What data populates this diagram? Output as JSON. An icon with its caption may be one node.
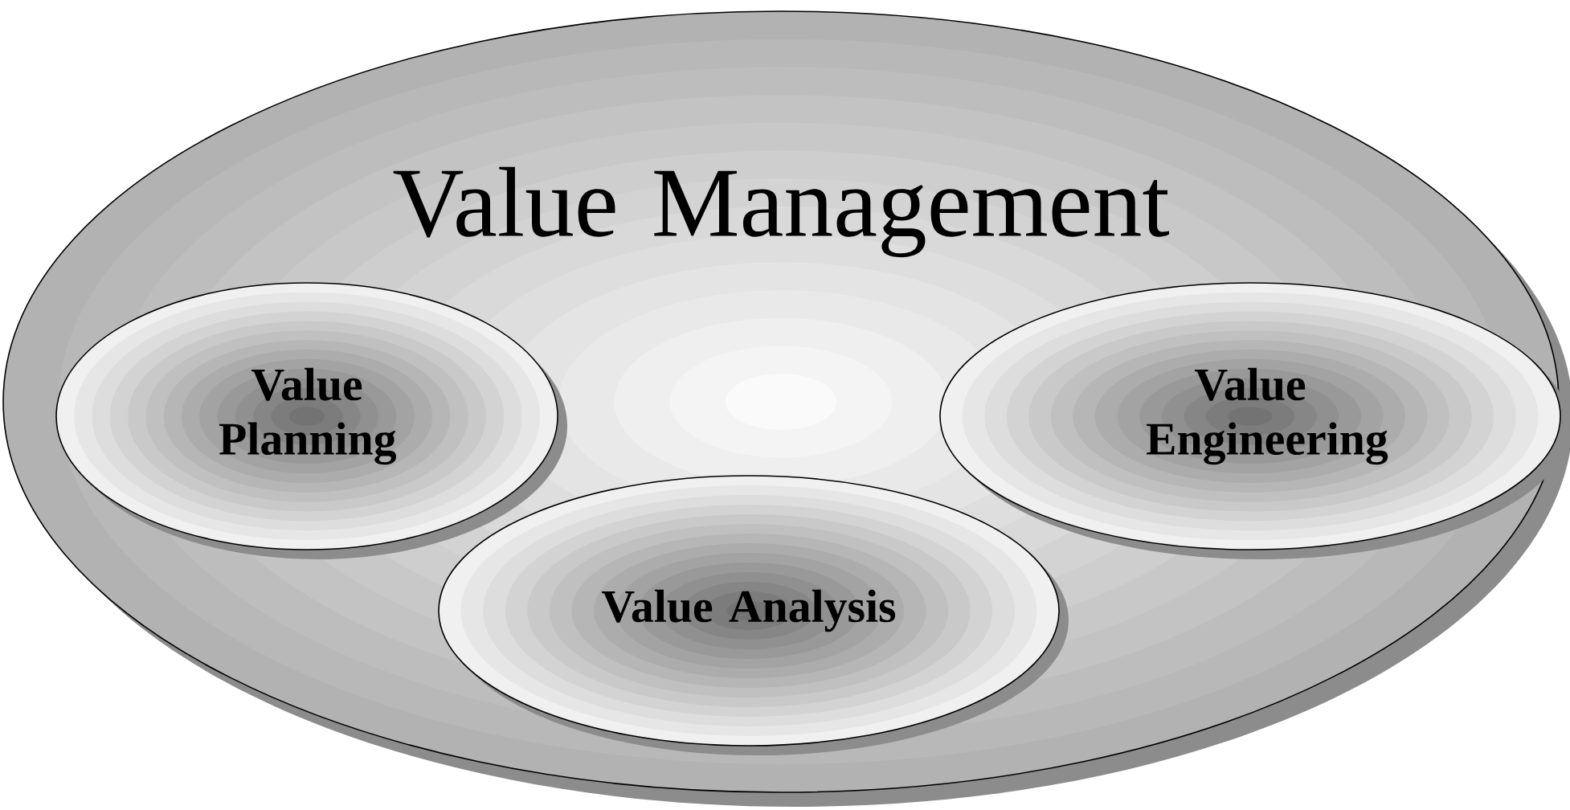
{
  "diagram": {
    "nodes": [
      {
        "text": [
          "Value Management"
        ]
      },
      {
        "text": [
          "Value Planning"
        ],
        "in": 0
      },
      {
        "text": [
          "Value Engineering"
        ],
        "in": 0
      },
      {
        "text": [
          "Value Analysis"
        ],
        "in": 0
      }
    ]
  }
}
